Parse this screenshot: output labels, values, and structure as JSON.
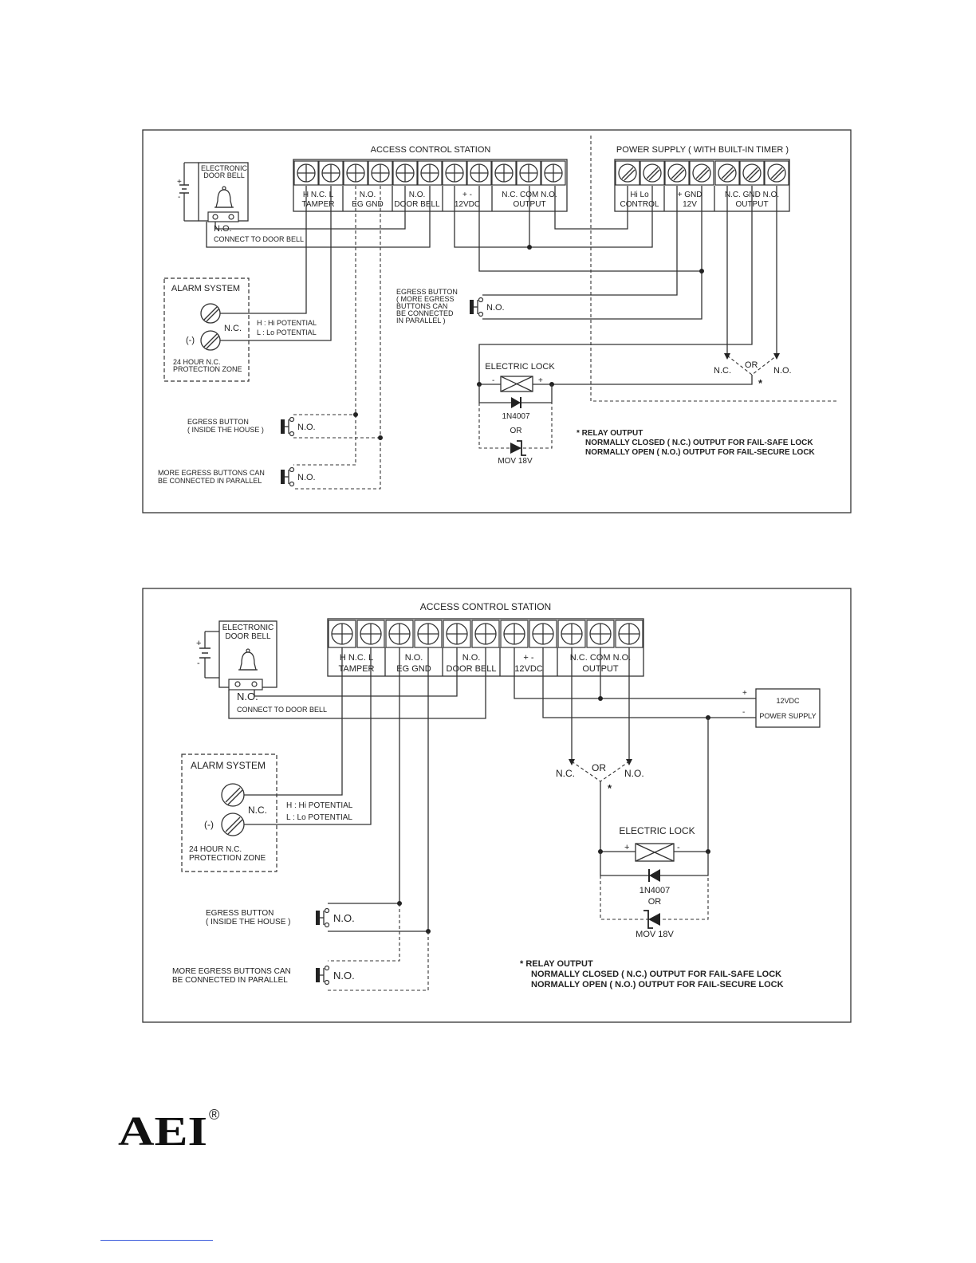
{
  "d1": {
    "acs_title": "ACCESS CONTROL STATION",
    "ps_title": "POWER SUPPLY ( WITH BUILT-IN TIMER )",
    "bell": {
      "l1": "ELECTRONIC",
      "l2": "DOOR BELL",
      "plus": "+",
      "minus": "-",
      "no": "N.O.",
      "connect": "CONNECT TO DOOR BELL"
    },
    "acs_labels": {
      "tamper_top": "H  N.C.  L",
      "tamper": "TAMPER",
      "eg_top": "N.O.",
      "eg": "EG    GND",
      "db_top": "N.O.",
      "db": "DOOR BELL",
      "v_top": "+      -",
      "v": "12VDC",
      "out_top": "N.C.  COM  N.O.",
      "out": "OUTPUT"
    },
    "ps_labels": {
      "ctrl_top": "Hi     Lo",
      "ctrl": "CONTROL",
      "v_top": "+     GND",
      "v": "12V",
      "out_top": "N.C.  GND  N.O.",
      "out": "OUTPUT"
    },
    "alarm": {
      "title": "ALARM SYSTEM",
      "nc": "N.C.",
      "neg": "(-)",
      "hi": "H : Hi POTENTIAL",
      "lo": "L : Lo POTENTIAL",
      "zone1": "24 HOUR N.C.",
      "zone2": "PROTECTION ZONE"
    },
    "egress_right": {
      "l1": "EGRESS BUTTON",
      "l2": "( MORE EGRESS",
      "l3": "BUTTONS CAN",
      "l4": "BE CONNECTED",
      "l5": "IN PARALLEL )",
      "no": "N.O."
    },
    "lock": {
      "title": "ELECTRIC LOCK",
      "minus": "-",
      "plus": "+",
      "diode": "1N4007",
      "or": "OR",
      "mov": "MOV 18V"
    },
    "relay_sel": {
      "nc": "N.C.",
      "or": "OR",
      "no": "N.O.",
      "star": "*"
    },
    "egress_in": {
      "l1": "EGRESS BUTTON",
      "l2": "( INSIDE THE HOUSE )",
      "no": "N.O."
    },
    "egress_more": {
      "l1": "MORE EGRESS BUTTONS CAN",
      "l2": "BE CONNECTED  IN PARALLEL",
      "no": "N.O."
    },
    "note": {
      "l1": "* RELAY OUTPUT",
      "l2": "NORMALLY CLOSED ( N.C.) OUTPUT FOR FAIL-SAFE LOCK",
      "l3": "NORMALLY OPEN ( N.O.) OUTPUT FOR FAIL-SECURE LOCK"
    }
  },
  "d2": {
    "acs_title": "ACCESS CONTROL STATION",
    "bell": {
      "l1": "ELECTRONIC",
      "l2": "DOOR BELL",
      "plus": "+",
      "minus": "-",
      "no": "N.O.",
      "connect": "CONNECT TO DOOR BELL"
    },
    "acs_labels": {
      "tamper_top": "H  N.C.  L",
      "tamper": "TAMPER",
      "eg_top": "N.O.",
      "eg": "EG    GND",
      "db_top": "N.O.",
      "db": "DOOR BELL",
      "v_top": "+      -",
      "v": "12VDC",
      "out_top": "N.C.  COM  N.O.",
      "out": "OUTPUT"
    },
    "psu": {
      "l1": "12VDC",
      "l2": "POWER SUPPLY",
      "plus": "+",
      "minus": "-"
    },
    "alarm": {
      "title": "ALARM SYSTEM",
      "nc": "N.C.",
      "neg": "(-)",
      "hi": "H : Hi POTENTIAL",
      "lo": "L : Lo POTENTIAL",
      "zone1": "24 HOUR N.C.",
      "zone2": "PROTECTION ZONE"
    },
    "relay_sel": {
      "nc": "N.C.",
      "or": "OR",
      "no": "N.O.",
      "star": "*"
    },
    "lock": {
      "title": "ELECTRIC LOCK",
      "plus": "+",
      "minus": "-",
      "diode": "1N4007",
      "or": "OR",
      "mov": "MOV 18V"
    },
    "egress_in": {
      "l1": "EGRESS BUTTON",
      "l2": "( INSIDE THE HOUSE )",
      "no": "N.O."
    },
    "egress_more": {
      "l1": "MORE EGRESS BUTTONS CAN",
      "l2": "BE CONNECTED  IN PARALLEL",
      "no": "N.O."
    },
    "note": {
      "l1": "* RELAY OUTPUT",
      "l2": "NORMALLY CLOSED ( N.C.) OUTPUT FOR FAIL-SAFE LOCK",
      "l3": "NORMALLY OPEN ( N.O.) OUTPUT FOR FAIL-SECURE LOCK"
    }
  },
  "logo": {
    "text": "AEI",
    "reg": "®"
  }
}
